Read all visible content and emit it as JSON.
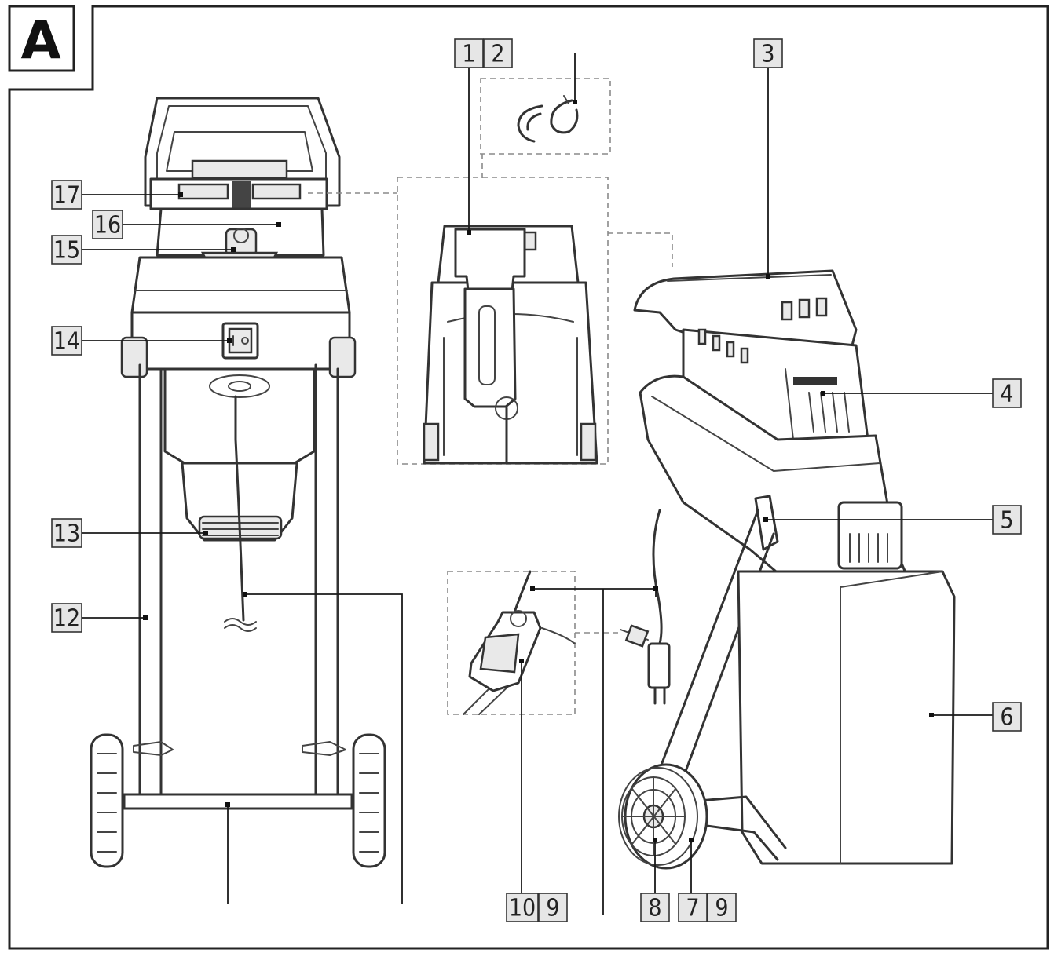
{
  "figure": {
    "panel_letter": "A",
    "labels": [
      {
        "id": "l1",
        "text": "1"
      },
      {
        "id": "l2",
        "text": "2"
      },
      {
        "id": "l3",
        "text": "3"
      },
      {
        "id": "l4",
        "text": "4"
      },
      {
        "id": "l5",
        "text": "5"
      },
      {
        "id": "l6",
        "text": "6"
      },
      {
        "id": "l7",
        "text": "7"
      },
      {
        "id": "l8",
        "text": "8"
      },
      {
        "id": "l9a",
        "text": "9"
      },
      {
        "id": "l9b",
        "text": "9"
      },
      {
        "id": "l10",
        "text": "10"
      },
      {
        "id": "l12",
        "text": "12"
      },
      {
        "id": "l13",
        "text": "13"
      },
      {
        "id": "l14",
        "text": "14"
      },
      {
        "id": "l15",
        "text": "15"
      },
      {
        "id": "l16",
        "text": "16"
      },
      {
        "id": "l17",
        "text": "17"
      }
    ]
  }
}
